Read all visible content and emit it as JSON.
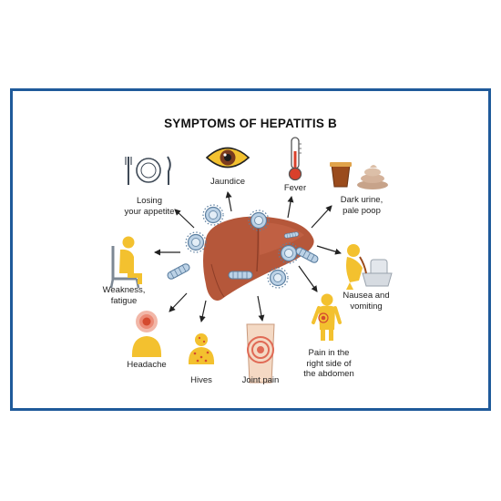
{
  "title": "SYMPTOMS OF HEPATITIS B",
  "colors": {
    "frame": "#1f5a9a",
    "liver": "#b5573a",
    "liver_shade": "#8e3e28",
    "person": "#f3c12f",
    "arrow": "#222222",
    "virus_fill": "#bcd2e6",
    "virus_stroke": "#5c7fa0",
    "spot": "#d44a2f"
  },
  "symptoms": [
    {
      "id": "jaundice",
      "label": "Jaundice",
      "icon": "yellow-eye-icon"
    },
    {
      "id": "fever",
      "label": "Fever",
      "icon": "thermometer-icon"
    },
    {
      "id": "dark-urine",
      "label": "Dark urine,\npale poop",
      "icon": "urine-and-stool-icon"
    },
    {
      "id": "nausea",
      "label": "Nausea and\nvomiting",
      "icon": "vomiting-person-icon"
    },
    {
      "id": "abdomen-pain",
      "label": "Pain in the\nright side of\nthe abdomen",
      "icon": "abdominal-pain-icon"
    },
    {
      "id": "joint-pain",
      "label": "Joint pain",
      "icon": "knee-pain-icon"
    },
    {
      "id": "hives",
      "label": "Hives",
      "icon": "hives-person-icon"
    },
    {
      "id": "headache",
      "label": "Headache",
      "icon": "headache-person-icon"
    },
    {
      "id": "weakness",
      "label": "Weakness,\nfatigue",
      "icon": "tired-person-icon"
    },
    {
      "id": "appetite",
      "label": "Losing\nyour appetite",
      "icon": "plate-cutlery-icon"
    }
  ]
}
